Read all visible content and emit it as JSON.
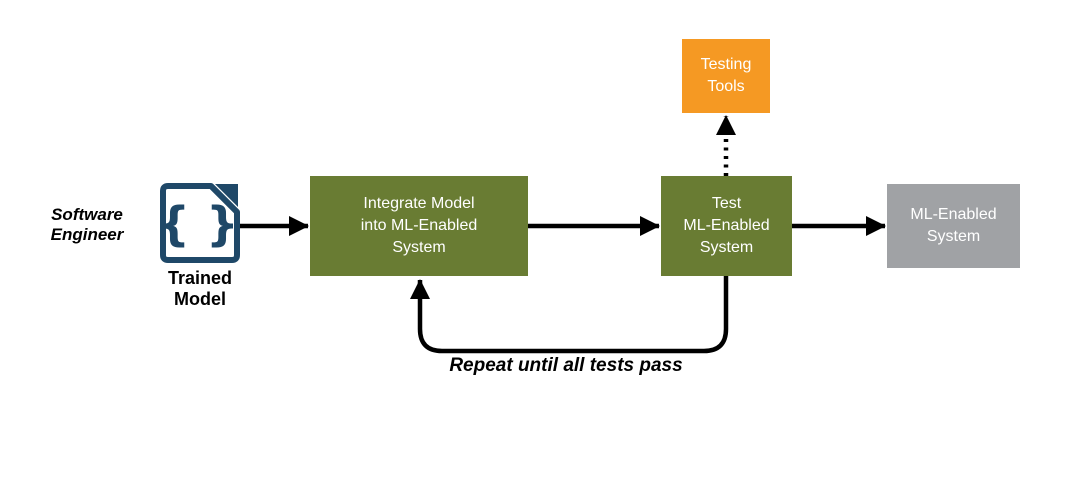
{
  "colors": {
    "background": "#FFFFFF",
    "box_green": "#697C33",
    "box_orange": "#F59923",
    "box_gray": "#A0A2A5",
    "icon_navy": "#1F4868",
    "arrow_black": "#000000",
    "box_text": "#FFFFFF",
    "label_text": "#000000"
  },
  "actor": {
    "label": "Software Engineer",
    "lines": [
      "Software",
      "Engineer"
    ]
  },
  "nodes": {
    "trained_model": {
      "label": "Trained Model",
      "lines": [
        "Trained",
        "Model"
      ],
      "icon": "code-document-icon",
      "icon_glyph": "{ }"
    },
    "integrate": {
      "label": "Integrate Model into ML-Enabled System",
      "lines": [
        "Integrate Model",
        "into ML-Enabled",
        "System"
      ]
    },
    "test": {
      "label": "Test ML-Enabled System",
      "lines": [
        "Test",
        "ML-Enabled",
        "System"
      ]
    },
    "testing_tools": {
      "label": "Testing Tools",
      "lines": [
        "Testing",
        "Tools"
      ]
    },
    "ml_system": {
      "label": "ML-Enabled System",
      "lines": [
        "ML-Enabled",
        "System"
      ]
    }
  },
  "edges": {
    "loop_label": "Repeat until all tests pass",
    "list": [
      {
        "from": "trained_model",
        "to": "integrate",
        "style": "solid"
      },
      {
        "from": "integrate",
        "to": "test",
        "style": "solid"
      },
      {
        "from": "test",
        "to": "ml_system",
        "style": "solid"
      },
      {
        "from": "test",
        "to": "testing_tools",
        "style": "dotted"
      },
      {
        "from": "test",
        "to": "integrate",
        "style": "loop",
        "label": "Repeat until all tests pass"
      }
    ]
  }
}
